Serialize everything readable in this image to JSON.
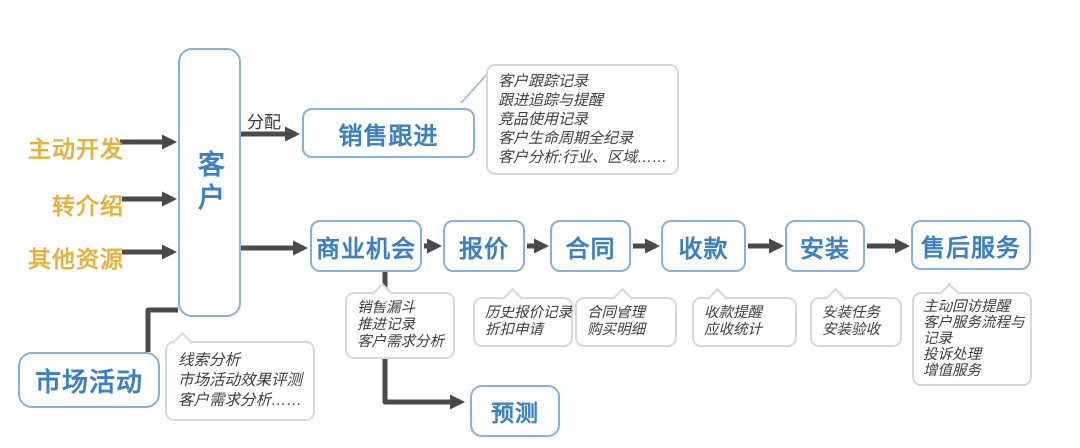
{
  "palette": {
    "box_border": "#86b2da",
    "box_text": "#3c80c0",
    "arrow": "#4a4a4a",
    "source_yellow": "#e4b33f",
    "note_border": "#d8d8d8",
    "note_text": "#3d3d3d",
    "assign_label": "#3a3a3a"
  },
  "sources": [
    {
      "label": "主动开发"
    },
    {
      "label": "转介绍"
    },
    {
      "label": "其他资源"
    }
  ],
  "nodes": {
    "customer": "客户",
    "sales_follow": "销售跟进",
    "opportunity": "商业机会",
    "quote": "报价",
    "contract": "合同",
    "payment": "收款",
    "install": "安装",
    "after_sales": "售后服务",
    "forecast": "预测",
    "marketing": "市场活动"
  },
  "labels": {
    "assign": "分配"
  },
  "notes": {
    "sales_follow": [
      "客户跟踪记录",
      "跟进追踪与提醒",
      "竞品使用记录",
      "客户生命周期全纪录",
      "客户分析:行业、区域……"
    ],
    "opportunity": [
      "销售漏斗",
      "推进记录",
      "客户需求分析"
    ],
    "quote": [
      "历史报价记录",
      "折扣申请"
    ],
    "contract": [
      "合同管理",
      "购买明细"
    ],
    "payment": [
      "收款提醒",
      "应收统计"
    ],
    "install": [
      "安装任务",
      "安装验收"
    ],
    "after_sales": [
      "主动回访提醒",
      "客户服务流程与",
      "记录",
      "投诉处理",
      "增值服务"
    ],
    "marketing": [
      "线索分析",
      "市场活动效果评测",
      "客户需求分析……"
    ]
  }
}
